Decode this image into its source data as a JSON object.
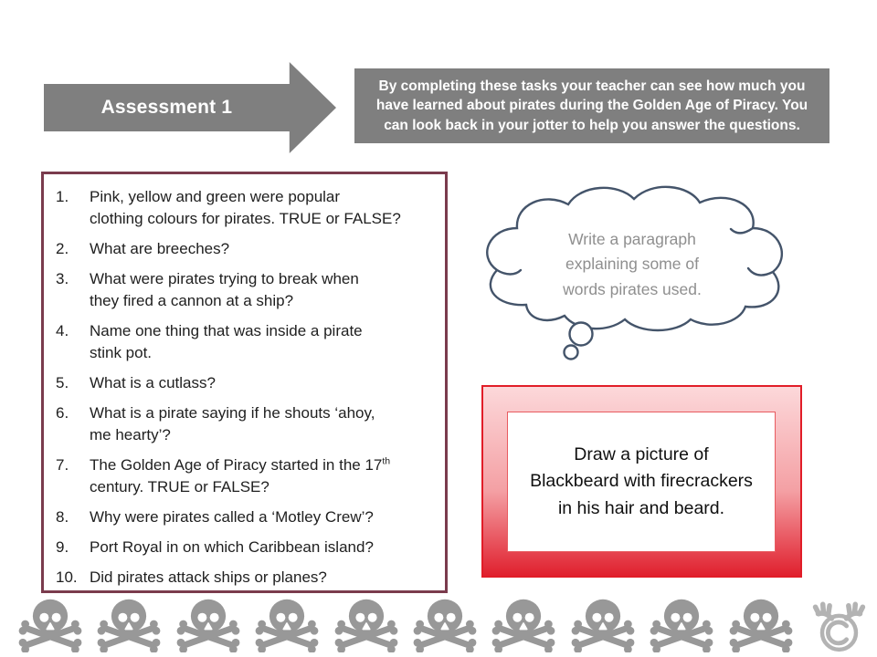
{
  "arrow": {
    "label": "Assessment 1"
  },
  "instructions": {
    "text": "By completing these tasks your teacher can see how much you\nhave learned about pirates during the Golden Age of Piracy. You\ncan look back in your jotter to help you answer the questions."
  },
  "questions": {
    "items": [
      {
        "num": "1.",
        "text": "Pink, yellow and green were popular\nclothing colours for pirates. TRUE or FALSE?"
      },
      {
        "num": "2.",
        "text": "What are breeches?"
      },
      {
        "num": "3.",
        "text": "What were pirates trying to break when\nthey fired a cannon at a ship?"
      },
      {
        "num": "4.",
        "text": "Name one thing that was inside a pirate\nstink pot."
      },
      {
        "num": "5.",
        "text": "What is a cutlass?"
      },
      {
        "num": "6.",
        "text": "What is a pirate saying if he shouts ‘ahoy,\nme hearty’?"
      },
      {
        "num": "7.",
        "text": "The Golden Age of Piracy started in the 17",
        "sup": "th",
        "tail": "\ncentury. TRUE or FALSE?"
      },
      {
        "num": "8.",
        "text": "Why were pirates called a ‘Motley Crew’?"
      },
      {
        "num": "9.",
        "text": "Port Royal in on which Caribbean island?"
      },
      {
        "num": "10.",
        "text": "Did pirates attack ships or planes?"
      }
    ]
  },
  "thought_bubble": {
    "text": "Write a paragraph\nexplaining some of\nwords pirates used."
  },
  "draw_task": {
    "text": "Draw a picture of\nBlackbeard with firecrackers\nin his hair and beard."
  },
  "footer": {
    "skull_count": 10,
    "skull_icon": "skull-and-crossbones",
    "logo_icon": "copyright-moose"
  },
  "colors": {
    "gray": "#7f7f7f",
    "maroon": "#7a3b4d",
    "red_border": "#e11d28",
    "red_top": "#fcd8da",
    "red_bottom": "#e0202e",
    "cloud_outline": "#44546a",
    "cloud_text": "#8f8f8f",
    "skull": "#989898",
    "logo": "#b3b3b3"
  }
}
